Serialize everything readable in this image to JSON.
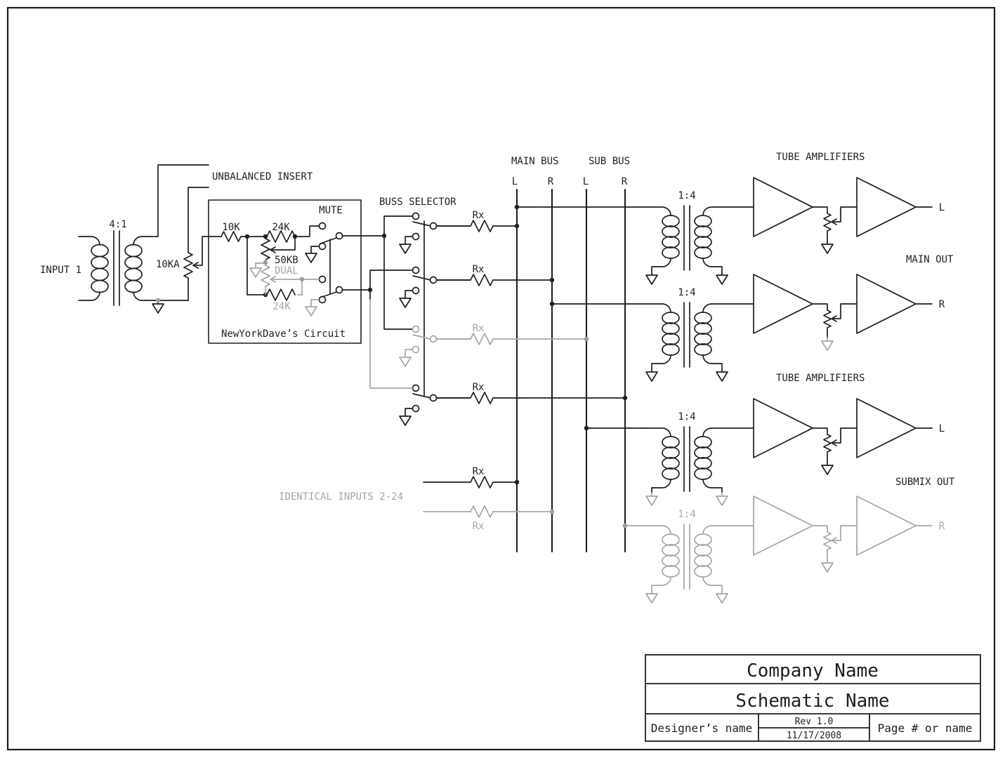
{
  "colors": {
    "ink": "#1f1f1f",
    "ghost": "#a6a6a6",
    "paper": "#ffffff"
  },
  "schematic": {
    "unbalanced_insert": "UNBALANCED INSERT",
    "input_xfmr_ratio": "4:1",
    "input_label": "INPUT 1",
    "input_pot": "10KA",
    "r_10k": "10K",
    "r_24k_top": "24K",
    "r_24k_bottom": "24K",
    "mute_label": "MUTE",
    "pot_50kb": "50KB",
    "pot_dual": "DUAL",
    "box_caption": "NewYorkDave’s Circuit",
    "buss_selector": "BUSS SELECTOR",
    "main_bus": "MAIN BUS",
    "sub_bus": "SUB BUS",
    "bus_cols": {
      "main_l": "L",
      "main_r": "R",
      "sub_l": "L",
      "sub_r": "R"
    },
    "rx": "Rx",
    "identical_inputs": "IDENTICAL INPUTS 2-24",
    "tube_amplifiers": "TUBE AMPLIFIERS",
    "output_xfmr_ratio": "1:4",
    "main_out": "MAIN OUT",
    "submix_out": "SUBMIX OUT",
    "out_l": "L",
    "out_r": "R"
  },
  "title_block": {
    "company": "Company Name",
    "schematic_name": "Schematic Name",
    "designer": "Designer’s name",
    "rev": "Rev 1.0",
    "date": "11/17/2008",
    "page": "Page # or name"
  }
}
